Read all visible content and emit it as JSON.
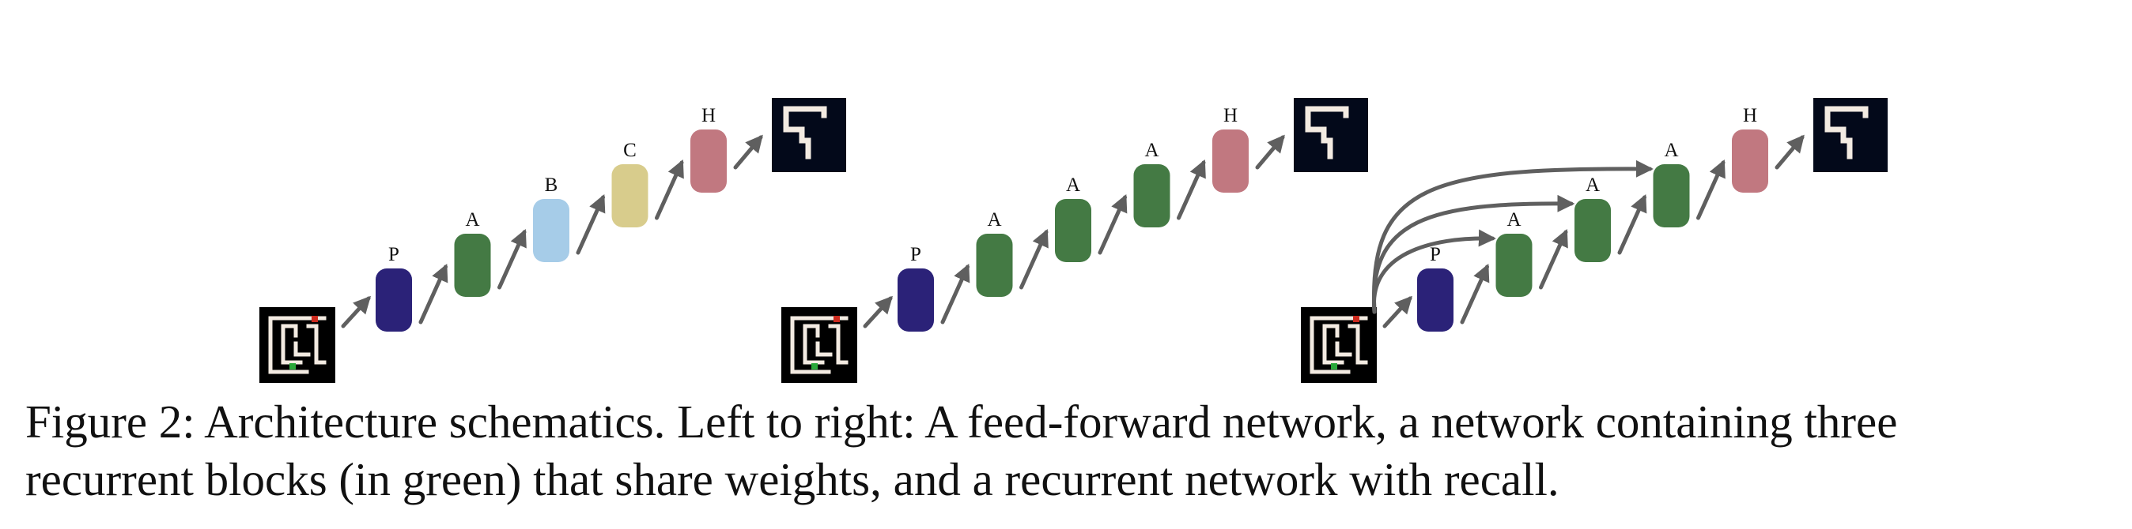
{
  "colors": {
    "P": "#2b2278",
    "A": "#447a44",
    "B": "#a6cce8",
    "C": "#d8cc8c",
    "H": "#c17880",
    "arrow": "#5f5f5f",
    "maze_bg": "#000000",
    "maze_dark": "#03091a",
    "maze_path": "#f3ebe2",
    "start": "#cc2a1e",
    "goal": "#2aa83a"
  },
  "labels": {
    "P": "P",
    "A": "A",
    "B": "B",
    "C": "C",
    "H": "H"
  },
  "panels": [
    {
      "name": "feed-forward",
      "blocks": [
        "P",
        "A",
        "B",
        "C",
        "H"
      ],
      "recall": false
    },
    {
      "name": "recurrent",
      "blocks": [
        "P",
        "A",
        "A",
        "A",
        "H"
      ],
      "recall": false
    },
    {
      "name": "recurrent-recall",
      "blocks": [
        "P",
        "A",
        "A",
        "A",
        "H"
      ],
      "recall": true
    }
  ],
  "caption": {
    "line1": "Figure 2: Architecture schematics. Left to right: A feed-forward network, a network containing three",
    "line2": "recurrent blocks (in green) that share weights, and a recurrent network with recall."
  }
}
